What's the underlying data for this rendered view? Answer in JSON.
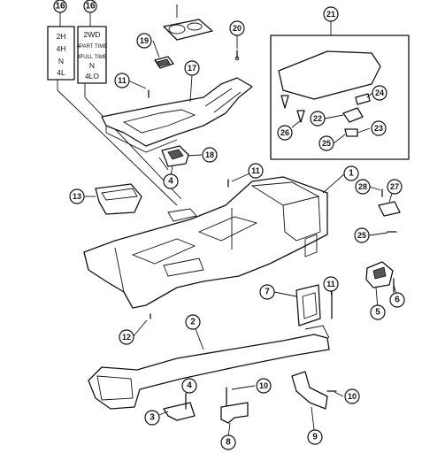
{
  "shift_patterns": {
    "left": {
      "callout": "16",
      "lines": [
        "2H",
        "4H",
        "N",
        "4L"
      ]
    },
    "right": {
      "callout": "16",
      "lines": [
        "2WD",
        "4PART TIME",
        "4FULL TIME",
        "N",
        "4LO"
      ]
    }
  },
  "callouts": [
    {
      "id": "1",
      "label": "1"
    },
    {
      "id": "2",
      "label": "2"
    },
    {
      "id": "3",
      "label": "3"
    },
    {
      "id": "4a",
      "label": "4"
    },
    {
      "id": "4b",
      "label": "4"
    },
    {
      "id": "5",
      "label": "5"
    },
    {
      "id": "6",
      "label": "6"
    },
    {
      "id": "7",
      "label": "7"
    },
    {
      "id": "8",
      "label": "8"
    },
    {
      "id": "9",
      "label": "9"
    },
    {
      "id": "10a",
      "label": "10"
    },
    {
      "id": "10b",
      "label": "10"
    },
    {
      "id": "11a",
      "label": "11"
    },
    {
      "id": "11b",
      "label": "11"
    },
    {
      "id": "11c",
      "label": "11"
    },
    {
      "id": "12",
      "label": "12"
    },
    {
      "id": "13",
      "label": "13"
    },
    {
      "id": "17",
      "label": "17"
    },
    {
      "id": "18",
      "label": "18"
    },
    {
      "id": "19",
      "label": "19"
    },
    {
      "id": "20",
      "label": "20"
    },
    {
      "id": "21",
      "label": "21"
    },
    {
      "id": "22",
      "label": "22"
    },
    {
      "id": "23",
      "label": "23"
    },
    {
      "id": "24",
      "label": "24"
    },
    {
      "id": "25a",
      "label": "25"
    },
    {
      "id": "25b",
      "label": "25"
    },
    {
      "id": "26",
      "label": "26"
    },
    {
      "id": "27",
      "label": "27"
    },
    {
      "id": "28",
      "label": "28"
    }
  ]
}
